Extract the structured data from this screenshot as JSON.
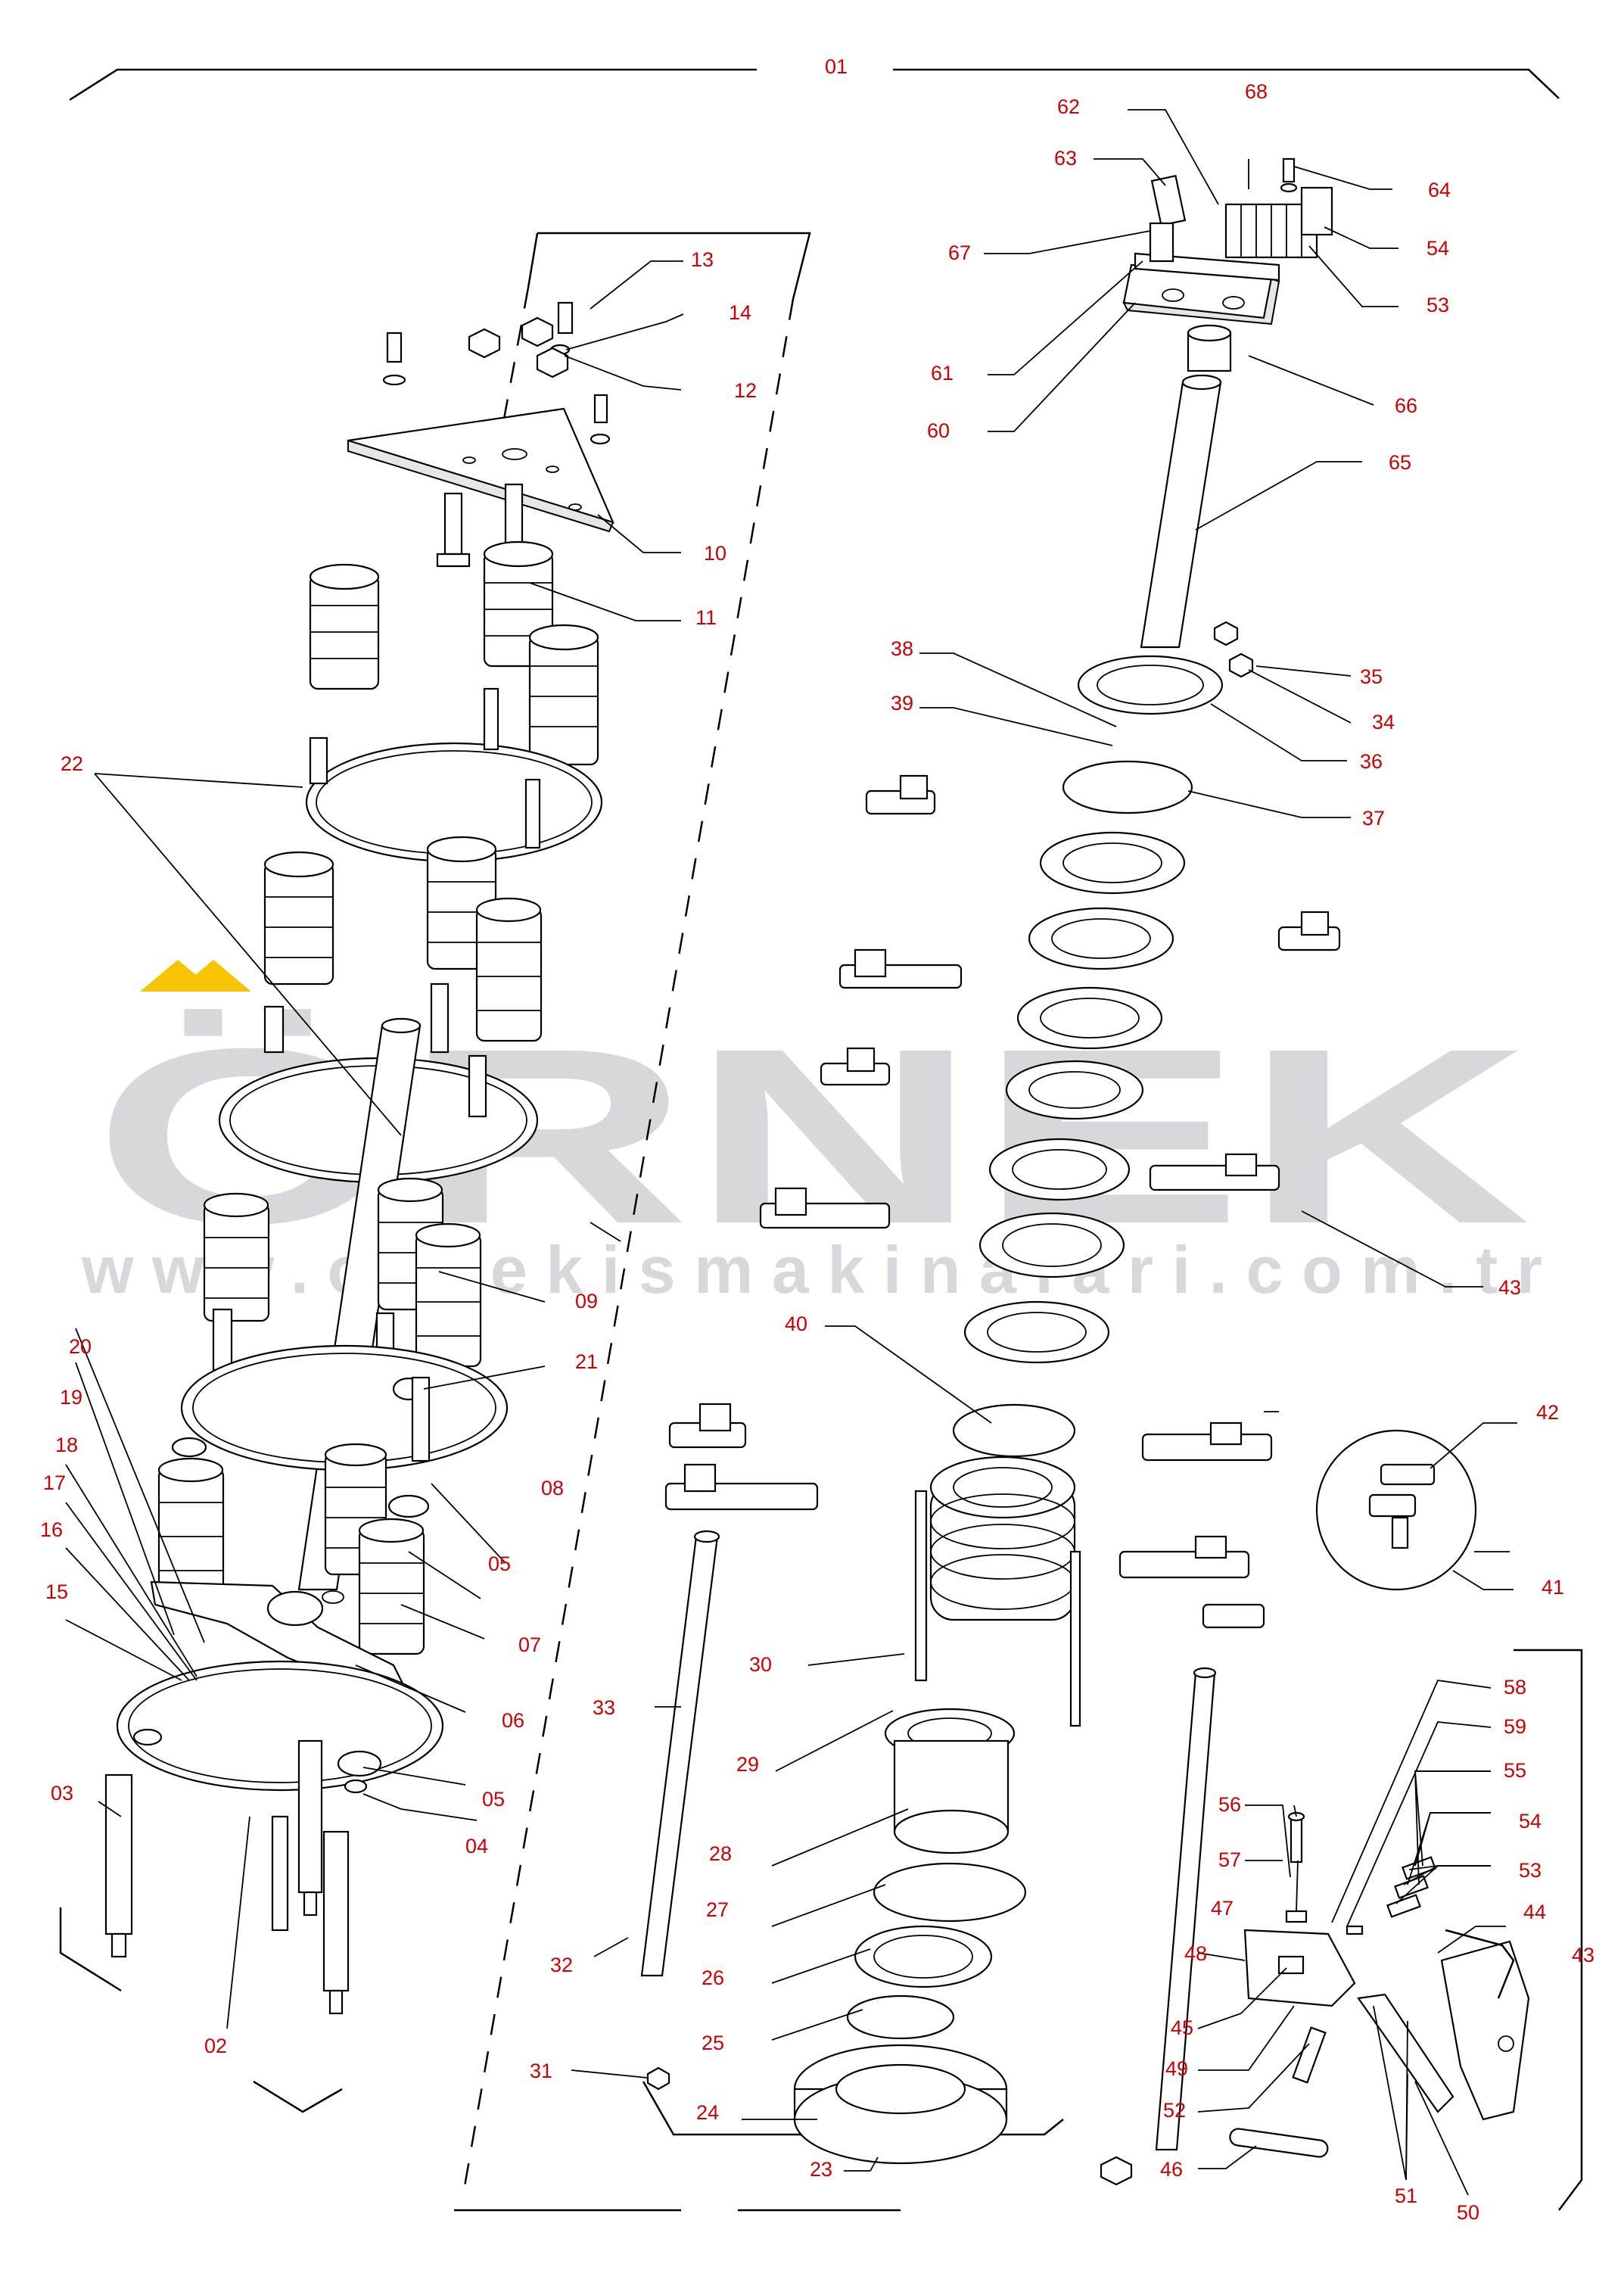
{
  "watermark": {
    "brand": "ÖRNEK",
    "url": "www.ornekismakinalari.com.tr",
    "brand_color": "#d7d7dc",
    "accent_color": "#f6c400"
  },
  "label_color": "#cc0000",
  "callouts": [
    {
      "id": "01",
      "label": "01"
    },
    {
      "id": "02",
      "label": "02"
    },
    {
      "id": "03",
      "label": "03"
    },
    {
      "id": "04",
      "label": "04"
    },
    {
      "id": "05a",
      "label": "05"
    },
    {
      "id": "05b",
      "label": "05"
    },
    {
      "id": "06",
      "label": "06"
    },
    {
      "id": "07",
      "label": "07"
    },
    {
      "id": "08",
      "label": "08"
    },
    {
      "id": "09",
      "label": "09"
    },
    {
      "id": "10",
      "label": "10"
    },
    {
      "id": "11",
      "label": "11"
    },
    {
      "id": "12",
      "label": "12"
    },
    {
      "id": "13",
      "label": "13"
    },
    {
      "id": "14",
      "label": "14"
    },
    {
      "id": "15",
      "label": "15"
    },
    {
      "id": "16",
      "label": "16"
    },
    {
      "id": "17",
      "label": "17"
    },
    {
      "id": "18",
      "label": "18"
    },
    {
      "id": "19",
      "label": "19"
    },
    {
      "id": "20",
      "label": "20"
    },
    {
      "id": "21",
      "label": "21"
    },
    {
      "id": "22",
      "label": "22"
    },
    {
      "id": "23",
      "label": "23"
    },
    {
      "id": "24",
      "label": "24"
    },
    {
      "id": "25",
      "label": "25"
    },
    {
      "id": "26",
      "label": "26"
    },
    {
      "id": "27",
      "label": "27"
    },
    {
      "id": "28",
      "label": "28"
    },
    {
      "id": "29",
      "label": "29"
    },
    {
      "id": "30",
      "label": "30"
    },
    {
      "id": "31",
      "label": "31"
    },
    {
      "id": "32",
      "label": "32"
    },
    {
      "id": "33",
      "label": "33"
    },
    {
      "id": "34",
      "label": "34"
    },
    {
      "id": "35",
      "label": "35"
    },
    {
      "id": "36",
      "label": "36"
    },
    {
      "id": "37",
      "label": "37"
    },
    {
      "id": "38",
      "label": "38"
    },
    {
      "id": "39",
      "label": "39"
    },
    {
      "id": "40",
      "label": "40"
    },
    {
      "id": "41",
      "label": "41"
    },
    {
      "id": "42",
      "label": "42"
    },
    {
      "id": "43a",
      "label": "43"
    },
    {
      "id": "43b",
      "label": "43"
    },
    {
      "id": "44",
      "label": "44"
    },
    {
      "id": "45",
      "label": "45"
    },
    {
      "id": "46",
      "label": "46"
    },
    {
      "id": "47",
      "label": "47"
    },
    {
      "id": "48",
      "label": "48"
    },
    {
      "id": "49",
      "label": "49"
    },
    {
      "id": "50",
      "label": "50"
    },
    {
      "id": "51",
      "label": "51"
    },
    {
      "id": "52",
      "label": "52"
    },
    {
      "id": "53a",
      "label": "53"
    },
    {
      "id": "53b",
      "label": "53"
    },
    {
      "id": "54a",
      "label": "54"
    },
    {
      "id": "54b",
      "label": "54"
    },
    {
      "id": "55",
      "label": "55"
    },
    {
      "id": "56",
      "label": "56"
    },
    {
      "id": "57",
      "label": "57"
    },
    {
      "id": "58",
      "label": "58"
    },
    {
      "id": "59",
      "label": "59"
    },
    {
      "id": "60",
      "label": "60"
    },
    {
      "id": "61",
      "label": "61"
    },
    {
      "id": "62",
      "label": "62"
    },
    {
      "id": "63",
      "label": "63"
    },
    {
      "id": "64",
      "label": "64"
    },
    {
      "id": "65",
      "label": "65"
    },
    {
      "id": "66",
      "label": "66"
    },
    {
      "id": "67",
      "label": "67"
    },
    {
      "id": "68",
      "label": "68"
    }
  ]
}
